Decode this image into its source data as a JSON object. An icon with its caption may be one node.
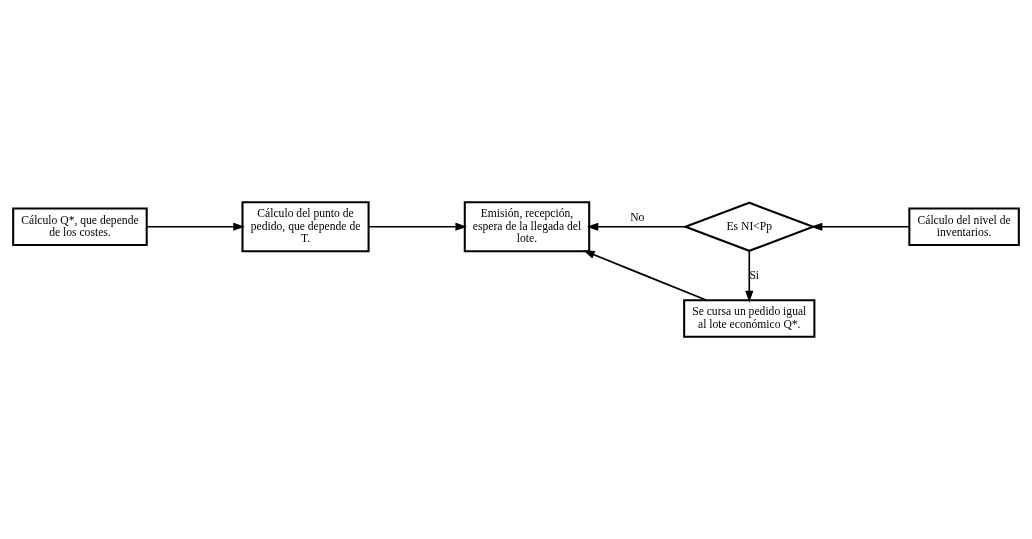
{
  "diagram": {
    "nodes": [
      {
        "text": [
          "Cálculo Q*, que depende de los costes."
        ]
      },
      {
        "text": [
          "Cálculo del punto de pedido, que depende de T."
        ]
      },
      {
        "text": [
          "Emisión, recepción, espera de la llegada del lote."
        ]
      },
      {
        "text": [
          "Es NI<Pp"
        ]
      },
      {
        "text": [
          "Cálculo del nivel de inventarios."
        ]
      },
      {
        "text": [
          "Se cursa un pedido igual al lote económico Q*."
        ]
      }
    ],
    "edges": [
      {
        "from": 0,
        "to": 1,
        "arrow": "to"
      },
      {
        "from": 1,
        "to": 2,
        "arrow": "to"
      },
      {
        "from": 4,
        "to": 3,
        "arrow": "to"
      },
      {
        "from": 3,
        "to": 5,
        "arrow": "to",
        "label": "Si"
      },
      {
        "from": 3,
        "to": 2,
        "arrow": "to",
        "label": "No"
      },
      {
        "from": 5,
        "to": 2,
        "arrow": "to"
      }
    ]
  }
}
